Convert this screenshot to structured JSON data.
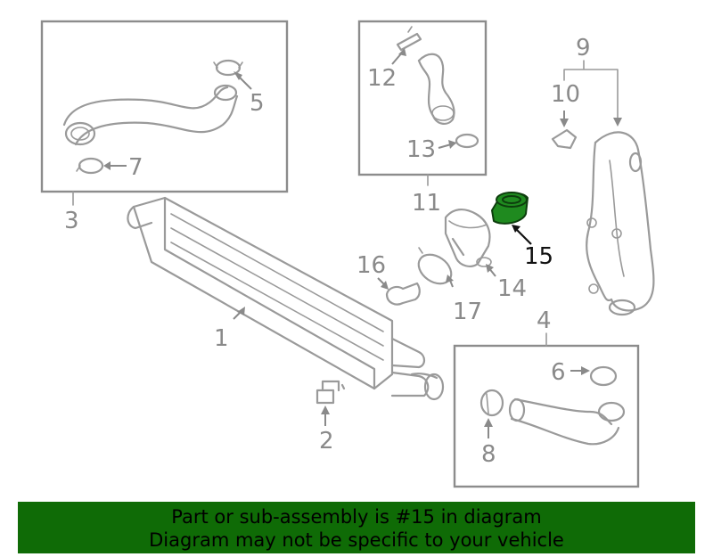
{
  "diagram": {
    "highlight_color": "#1f8a1f",
    "callouts": {
      "c1": "1",
      "c2": "2",
      "c3": "3",
      "c4": "4",
      "c5": "5",
      "c6": "6",
      "c7": "7",
      "c8": "8",
      "c9": "9",
      "c10": "10",
      "c11": "11",
      "c12": "12",
      "c13": "13",
      "c14": "14",
      "c15": "15",
      "c16": "16",
      "c17": "17"
    }
  },
  "banner": {
    "background": "#0f6b06",
    "line1": "Part or sub-assembly is #15 in diagram",
    "line2": "Diagram may not be specific to your vehicle"
  }
}
